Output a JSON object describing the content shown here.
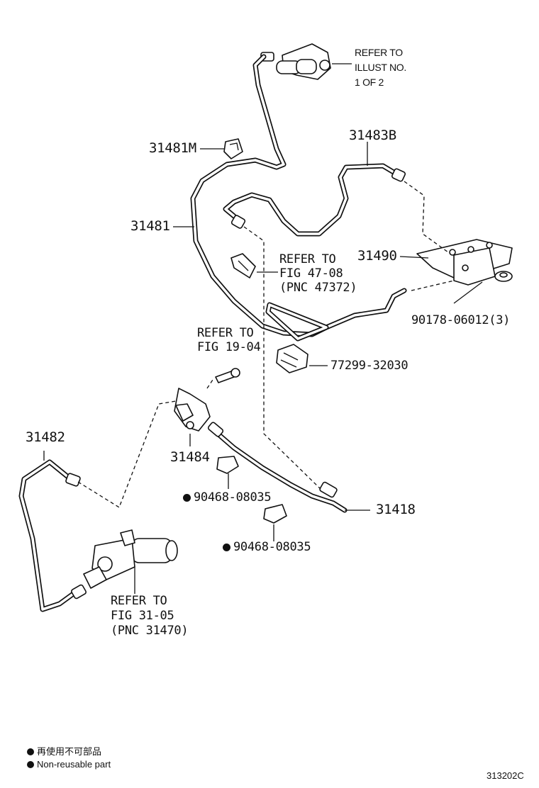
{
  "parts": {
    "p31481M": "31481M",
    "p31483B": "31483B",
    "p31481": "31481",
    "p31490": "31490",
    "p90178": "90178-06012(3)",
    "p77299": "77299-32030",
    "p31482": "31482",
    "p31484": "31484",
    "p90468a": "90468-08035",
    "p90468b": "90468-08035",
    "p31418": "31418"
  },
  "refs": {
    "illust": [
      "REFER TO",
      "ILLUST NO.",
      "1 OF 2"
    ],
    "fig4708": [
      "REFER TO",
      "FIG 47-08",
      "(PNC 47372)"
    ],
    "fig1904": [
      "REFER TO",
      "FIG 19-04"
    ],
    "fig3105": [
      "REFER TO",
      "FIG 31-05",
      "(PNC 31470)"
    ]
  },
  "legend": {
    "jp": "再使用不可部品",
    "en": "Non-reusable part"
  },
  "diagram_id": "313202C"
}
